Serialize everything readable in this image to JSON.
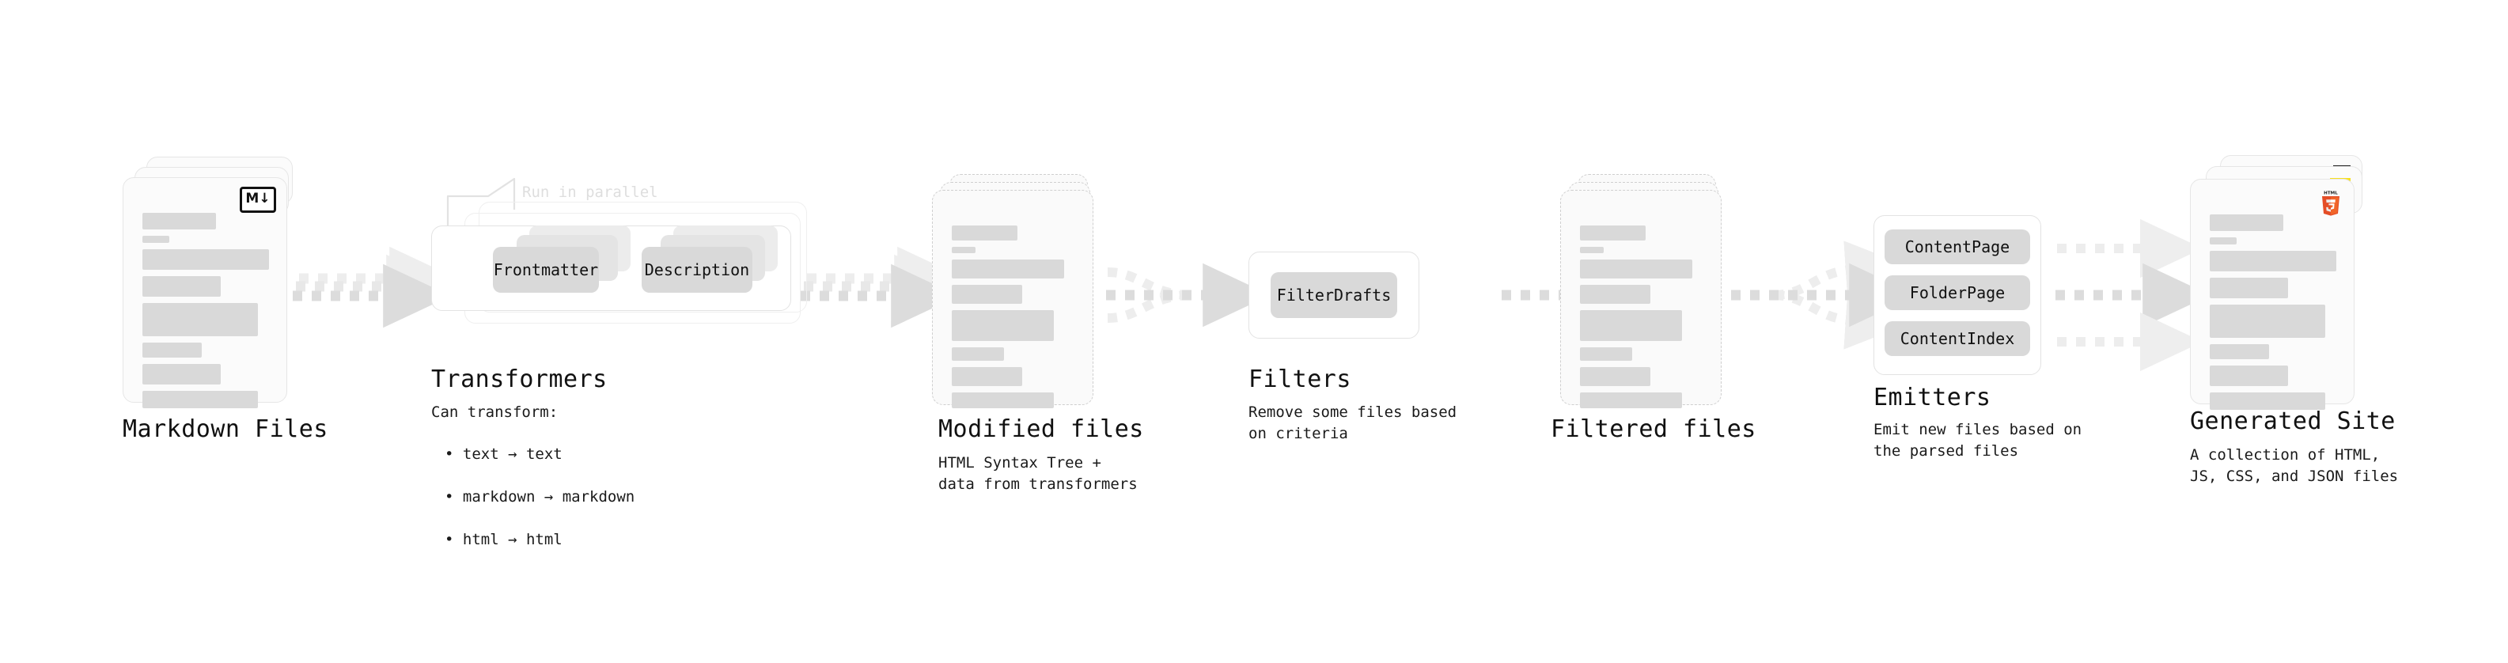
{
  "diagram": {
    "type": "pipeline-flow",
    "background": "#ffffff",
    "accent_colors": {
      "card_fill": "#fbfbfb",
      "card_border": "#e6e6e6",
      "bar": "#d9d9d9",
      "chip": "#d9d9d9",
      "arrow": "#dcdcdc",
      "html5": "#e44d26",
      "js": "#f7df1e",
      "css": "#264de4",
      "text": "#111111",
      "muted_text": "#dedede"
    }
  },
  "stages": [
    {
      "id": "markdown-files",
      "title": "Markdown Files",
      "description": "",
      "icon": "markdown-badge",
      "icon_label": "M↓",
      "kind": "document-stack",
      "stack_count": 3
    },
    {
      "id": "transformers",
      "title": "Transformers",
      "description": "Can transform:",
      "bullets": [
        "• text  →  text",
        "• markdown  →  markdown",
        "• html  →  html"
      ],
      "annotation": "Run in parallel",
      "kind": "process",
      "stack_count": 3,
      "chips": [
        "Frontmatter",
        "Description"
      ]
    },
    {
      "id": "modified-files",
      "title": "Modified files",
      "description": "HTML Syntax Tree +\ndata from transformers",
      "kind": "document-stack-dashed",
      "stack_count": 2
    },
    {
      "id": "filters",
      "title": "Filters",
      "description": "Remove some files based\non criteria",
      "kind": "process",
      "stack_count": 1,
      "chips": [
        "FilterDrafts"
      ]
    },
    {
      "id": "filtered-files",
      "title": "Filtered files",
      "description": "",
      "kind": "document-stack-dashed",
      "stack_count": 2
    },
    {
      "id": "emitters",
      "title": "Emitters",
      "description": "Emit new files based on\nthe parsed files",
      "kind": "process",
      "stack_count": 1,
      "chips": [
        "ContentPage",
        "FolderPage",
        "ContentIndex"
      ]
    },
    {
      "id": "generated-site",
      "title": "Generated Site",
      "description": "A collection of HTML,\nJS, CSS, and JSON files",
      "icon": "html5-badge",
      "icon_label": "HTML",
      "icon_digit": "5",
      "kind": "document-stack",
      "stack_count": 3
    }
  ],
  "connectors": [
    {
      "from": "markdown-files",
      "to": "transformers",
      "style": "dashed-fan-3"
    },
    {
      "from": "transformers",
      "to": "modified-files",
      "style": "dashed-fan-3"
    },
    {
      "from": "modified-files",
      "to": "filters",
      "style": "dashed-merge-3"
    },
    {
      "from": "filters",
      "to": "filtered-files",
      "style": "dashed-single"
    },
    {
      "from": "filtered-files",
      "to": "emitters",
      "style": "dashed-split-3"
    },
    {
      "from": "emitters",
      "to": "generated-site",
      "style": "dashed-parallel-3"
    }
  ]
}
